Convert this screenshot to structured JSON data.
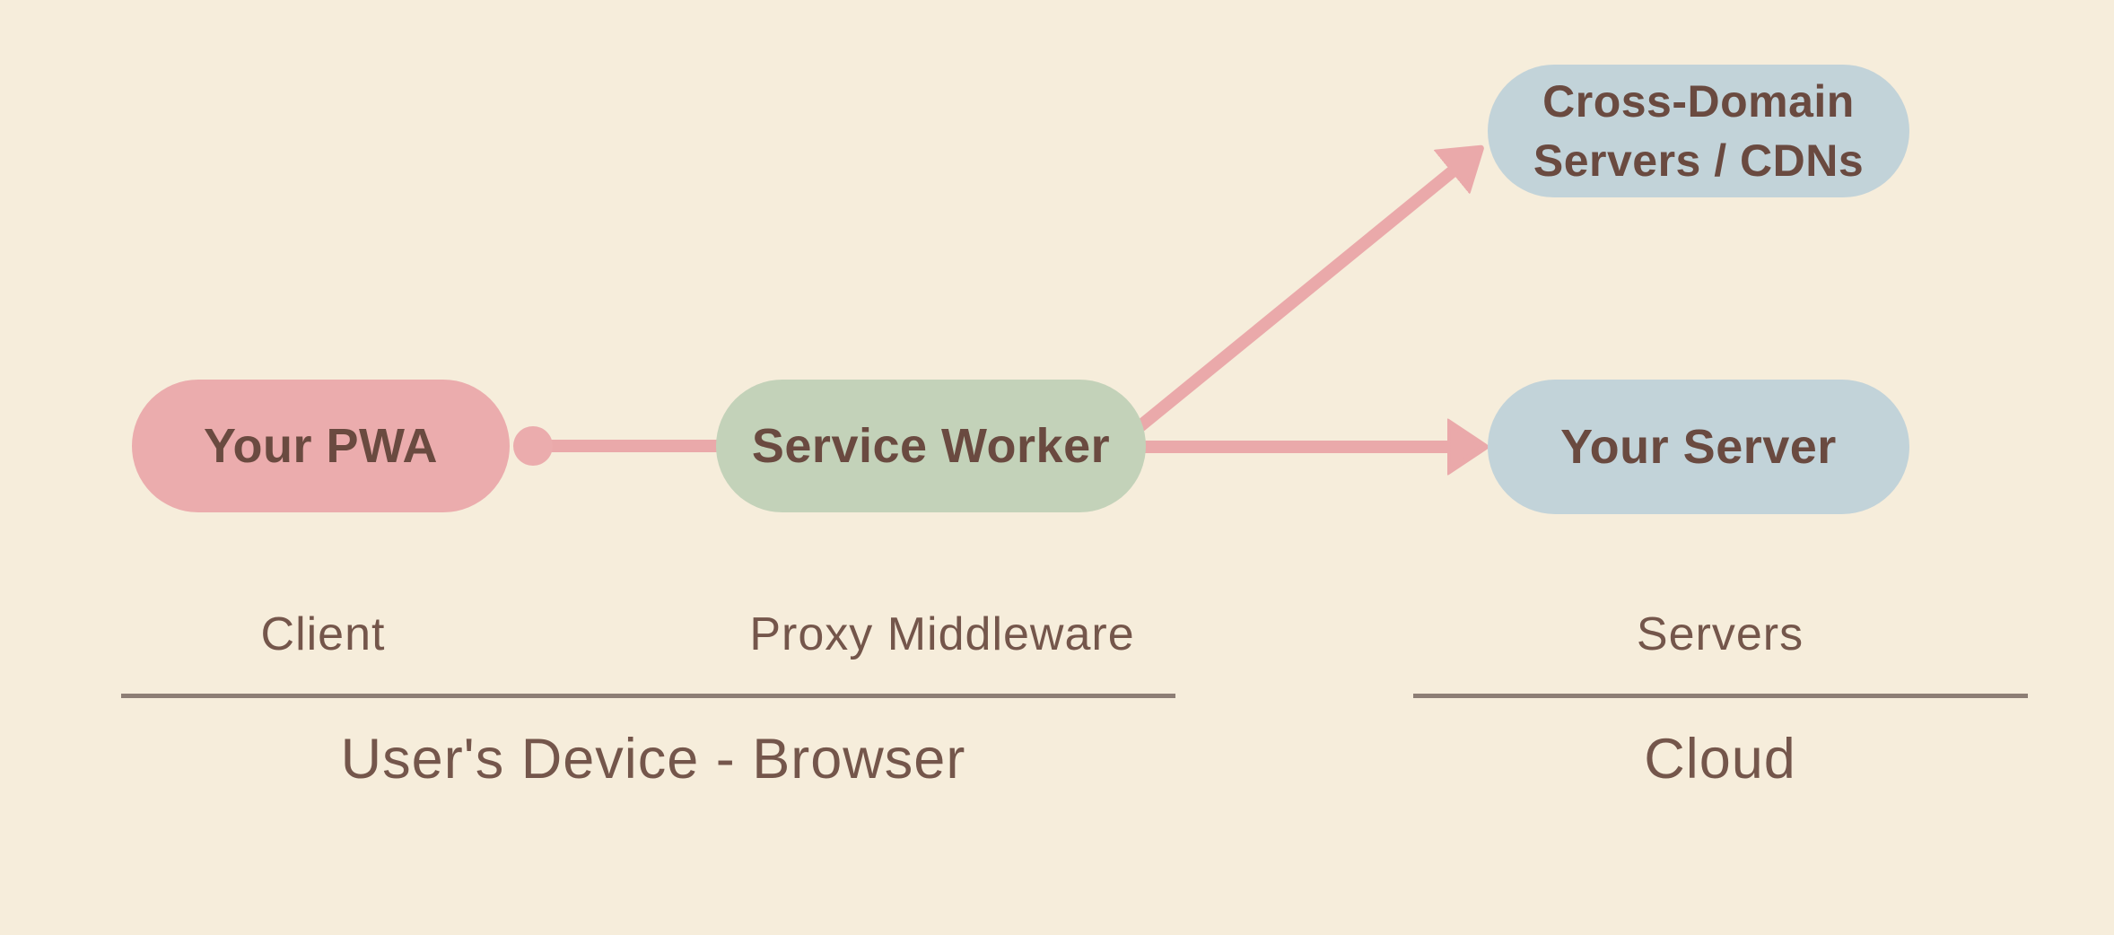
{
  "diagram": {
    "title": "PWA Service Worker proxy architecture",
    "nodes": [
      {
        "id": "your-pwa",
        "label": "Your PWA",
        "color": "#ebacad"
      },
      {
        "id": "service-worker",
        "label": "Service Worker",
        "color": "#c3d2b9"
      },
      {
        "id": "cross-domain-servers",
        "label": "Cross-Domain Servers / CDNs",
        "color": "#c2d3d9"
      },
      {
        "id": "your-server",
        "label": "Your Server",
        "color": "#c2d3d9"
      }
    ],
    "edges": [
      {
        "from": "your-pwa",
        "to": "service-worker",
        "style": "line-with-dot"
      },
      {
        "from": "service-worker",
        "to": "cross-domain-servers",
        "style": "arrow"
      },
      {
        "from": "service-worker",
        "to": "your-server",
        "style": "arrow"
      }
    ],
    "tier_labels": {
      "client": "Client",
      "proxy": "Proxy Middleware",
      "servers": "Servers",
      "device_group": "User's Device - Browser",
      "cloud_group": "Cloud"
    }
  },
  "colors": {
    "background": "#f6eddb",
    "pink": "#ebacad",
    "green": "#c3d2b9",
    "blue": "#c2d3d9",
    "arrow": "#eaa9aa",
    "node_text": "#6a4a40",
    "label_text": "#74564b",
    "underline": "#8d7e75"
  }
}
